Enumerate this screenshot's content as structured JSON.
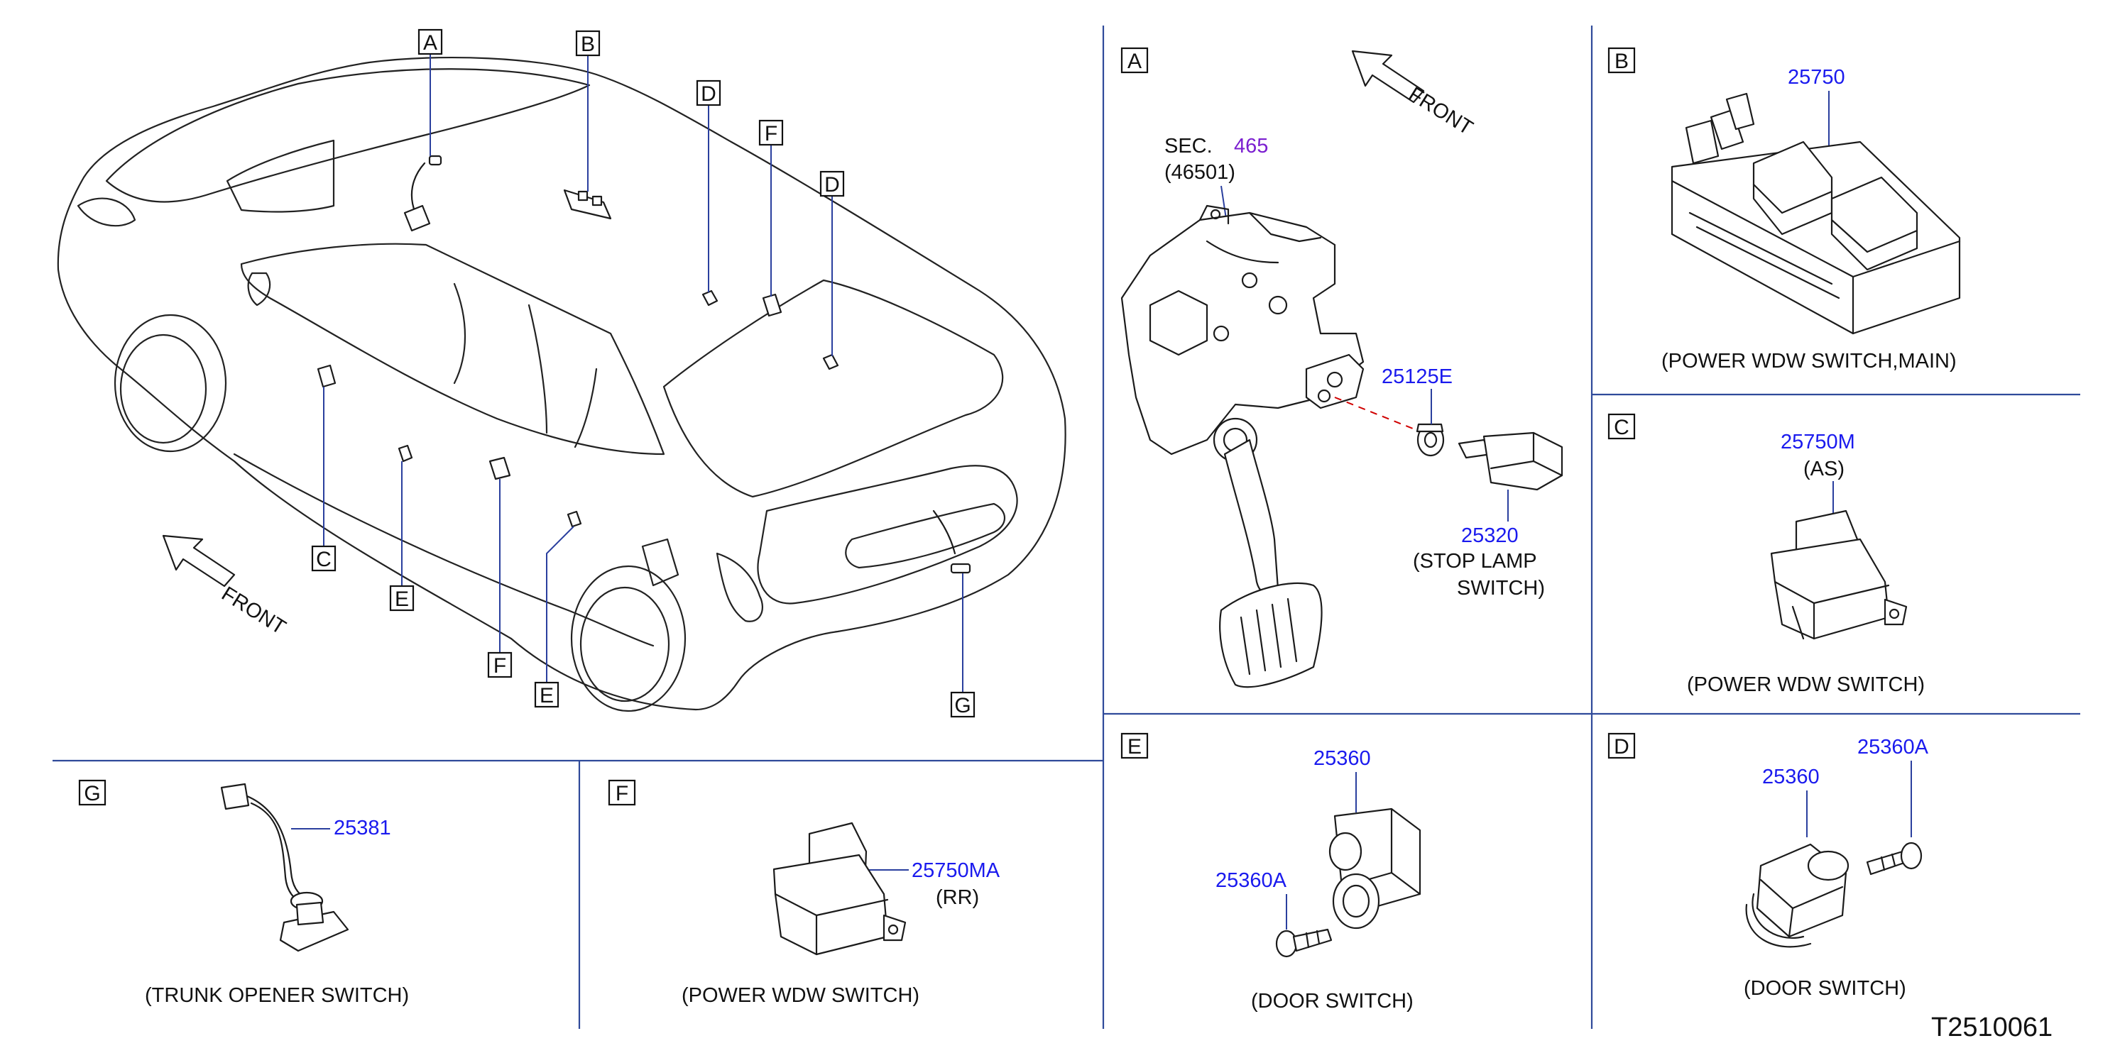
{
  "drawing_id": "T2510061",
  "colors": {
    "part_number": "#1a1aee",
    "section_ref": "#7b1fd0",
    "panel_lines": "#2f4a9a",
    "linework": "#1b1b1b"
  },
  "overview": {
    "front_label": "FRONT",
    "callouts": {
      "A": "A",
      "B": "B",
      "C": "C",
      "D1": "D",
      "D2": "D",
      "E1": "E",
      "E2": "E",
      "F1": "F",
      "F2": "F",
      "G": "G"
    }
  },
  "panels": {
    "A": {
      "letter": "A",
      "front_label": "FRONT",
      "sec_prefix": "SEC.",
      "sec_number": "465",
      "sec_sub": "(46501)",
      "clip_part": "25125E",
      "switch_part": "25320",
      "caption_line1": "(STOP   LAMP",
      "caption_line2": "SWITCH)"
    },
    "B": {
      "letter": "B",
      "part": "25750",
      "caption": "(POWER   WDW   SWITCH,MAIN)"
    },
    "C": {
      "letter": "C",
      "part": "25750M",
      "note": "(AS)",
      "caption": "(POWER   WDW   SWITCH)"
    },
    "D": {
      "letter": "D",
      "part1": "25360",
      "part2": "25360A",
      "caption": "(DOOR   SWITCH)"
    },
    "E": {
      "letter": "E",
      "part1": "25360",
      "part2": "25360A",
      "caption": "(DOOR   SWITCH)"
    },
    "F": {
      "letter": "F",
      "part": "25750MA",
      "note": "(RR)",
      "caption": "(POWER   WDW   SWITCH)"
    },
    "G": {
      "letter": "G",
      "part": "25381",
      "caption": "(TRUNK   OPENER   SWITCH)"
    }
  }
}
